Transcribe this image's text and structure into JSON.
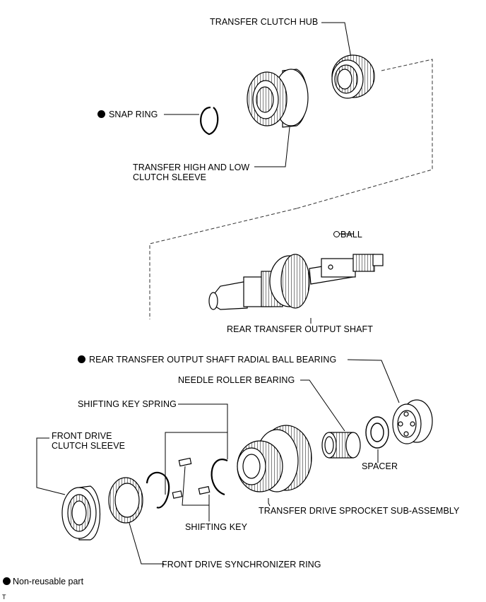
{
  "labels": {
    "transfer_clutch_hub": "TRANSFER CLUTCH HUB",
    "snap_ring": "SNAP RING",
    "high_low_sleeve_line1": "TRANSFER HIGH AND LOW",
    "high_low_sleeve_line2": "CLUTCH SLEEVE",
    "ball": "BALL",
    "rear_output_shaft": "REAR TRANSFER OUTPUT SHAFT",
    "rear_shaft_bearing": "REAR TRANSFER OUTPUT SHAFT RADIAL BALL BEARING",
    "needle_roller_bearing": "NEEDLE ROLLER BEARING",
    "shifting_key_spring": "SHIFTING KEY SPRING",
    "front_drive_sleeve_line1": "FRONT DRIVE",
    "front_drive_sleeve_line2": "CLUTCH SLEEVE",
    "spacer": "SPACER",
    "drive_sprocket": "TRANSFER DRIVE SPROCKET SUB-ASSEMBLY",
    "shifting_key": "SHIFTING KEY",
    "synchronizer_ring": "FRONT DRIVE SYNCHRONIZER RING"
  },
  "legend": {
    "non_reusable": "Non-reusable part"
  },
  "corner_mark": "T"
}
